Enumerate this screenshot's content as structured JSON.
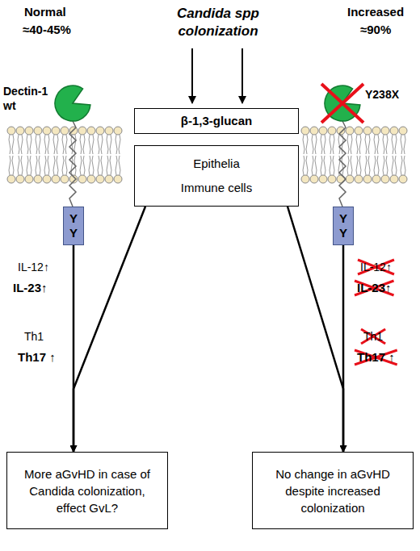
{
  "diagram": {
    "title": "Candida spp colonization",
    "nodes": [
      {
        "text": [
          "β-1,3-glucan"
        ]
      },
      {
        "text": [
          "Epithelia Immune cells"
        ]
      },
      {
        "text": [
          "Y Y"
        ]
      },
      {
        "text": [
          "Y Y"
        ]
      },
      {
        "text": [
          "More aGvHD in case of Candida colonization, effect GvL?"
        ]
      },
      {
        "text": [
          "No change in aGvHD despite increased colonization"
        ]
      }
    ],
    "edges": [
      {
        "from": 2,
        "to": 4,
        "arrow": "to"
      },
      {
        "from": 1,
        "to": 4,
        "arrow": "to"
      },
      {
        "from": 3,
        "to": 5,
        "arrow": "to"
      },
      {
        "from": 1,
        "to": 5,
        "arrow": "to"
      }
    ],
    "labels": [
      "Normal",
      "≈40-45%",
      "Increased",
      "≈90%",
      "Dectin-1 wt",
      "Y238X",
      "IL-12↑",
      "IL-23↑",
      "Th1",
      "Th17 ↑",
      "IL-12↑",
      "IL-23↑",
      "Th1",
      "Th17 ↑"
    ]
  }
}
